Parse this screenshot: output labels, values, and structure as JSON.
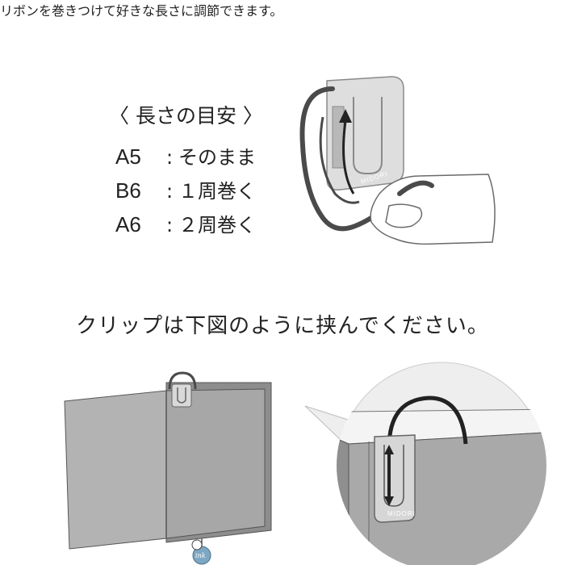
{
  "headline": "リボンを巻きつけて好きな長さに調節できます。",
  "size_guide": {
    "heading": "〈 長さの目安 〉",
    "separator": ":",
    "rows": [
      {
        "size": "A5",
        "instruction": "そのまま"
      },
      {
        "size": "B6",
        "instruction": "１周巻く"
      },
      {
        "size": "A6",
        "instruction": "２周巻く"
      }
    ]
  },
  "instruction": "クリップは下図のように挟んでください。",
  "brand_label": "MIDORI",
  "badge_text": "ink",
  "colors": {
    "cord": "#4a4a4a",
    "clip": "#c9c9c9",
    "book": "#9a9a9a",
    "page": "#b5b5b5",
    "bubble": "#eeeeee"
  }
}
